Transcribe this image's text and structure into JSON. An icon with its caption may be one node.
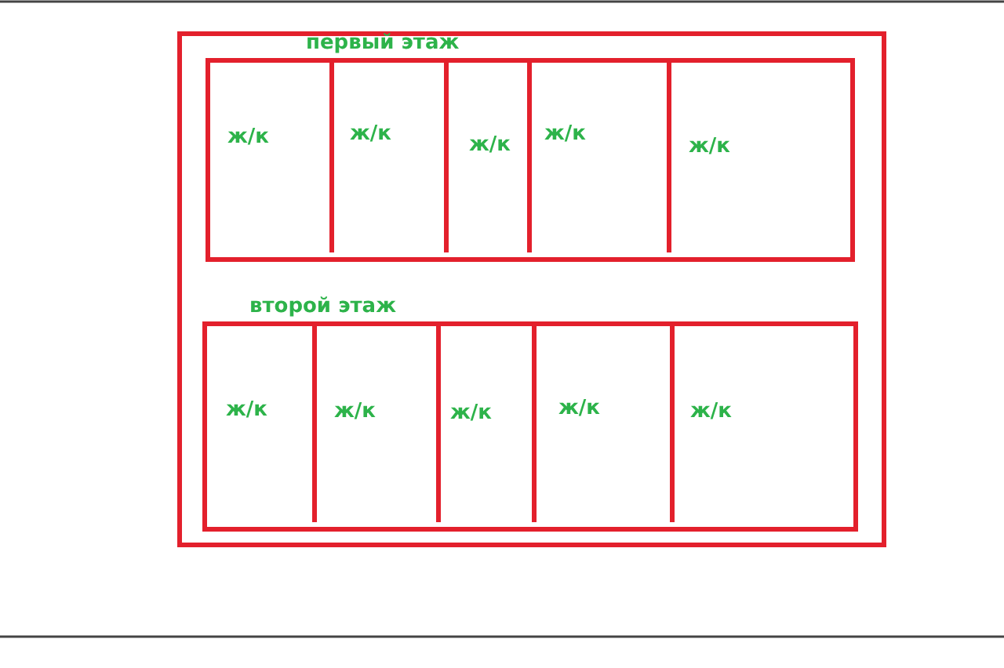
{
  "diagram": {
    "nodes": [
      {
        "text": [],
        "shape": "box"
      },
      {
        "text": [
          "первый этаж"
        ],
        "in": 0
      },
      {
        "text": [
          "ж/к"
        ],
        "in": 1
      },
      {
        "text": [
          "ж/к"
        ],
        "in": 1
      },
      {
        "text": [
          "ж/к"
        ],
        "in": 1
      },
      {
        "text": [
          "ж/к"
        ],
        "in": 1
      },
      {
        "text": [
          "ж/к"
        ],
        "in": 1
      },
      {
        "text": [
          "второй этаж"
        ],
        "in": 0
      },
      {
        "text": [
          "ж/к"
        ],
        "in": 7
      },
      {
        "text": [
          "ж/к"
        ],
        "in": 7
      },
      {
        "text": [
          "ж/к"
        ],
        "in": 7
      },
      {
        "text": [
          "ж/к"
        ],
        "in": 7
      },
      {
        "text": [
          "ж/к"
        ],
        "in": 7
      }
    ]
  }
}
